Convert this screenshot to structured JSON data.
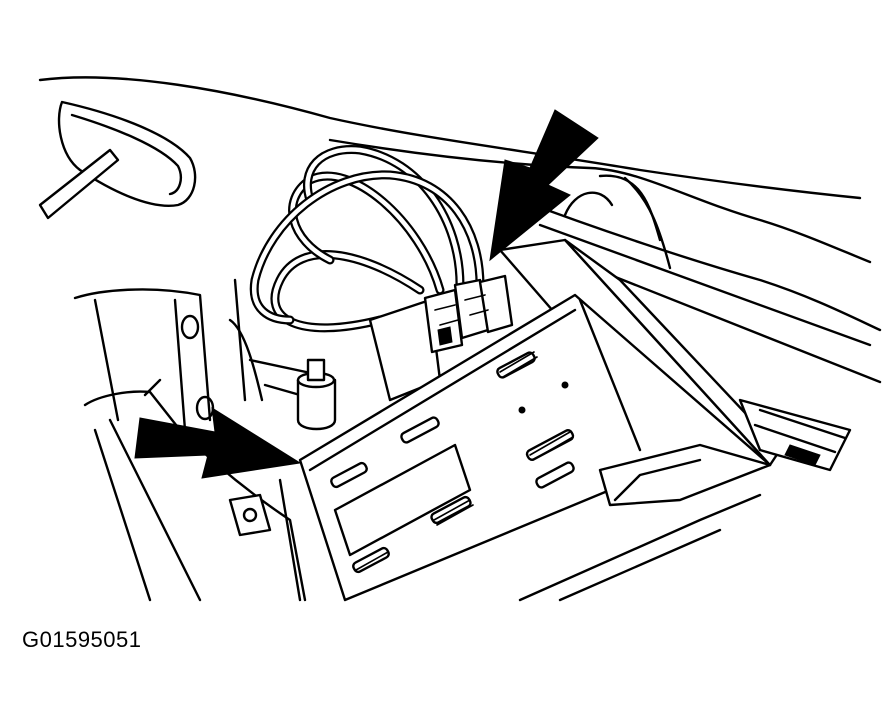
{
  "figure": {
    "code": "G01595051"
  },
  "icons": {
    "arrow_top": "down-left-pointing-arrow",
    "arrow_left": "right-pointing-arrow"
  }
}
